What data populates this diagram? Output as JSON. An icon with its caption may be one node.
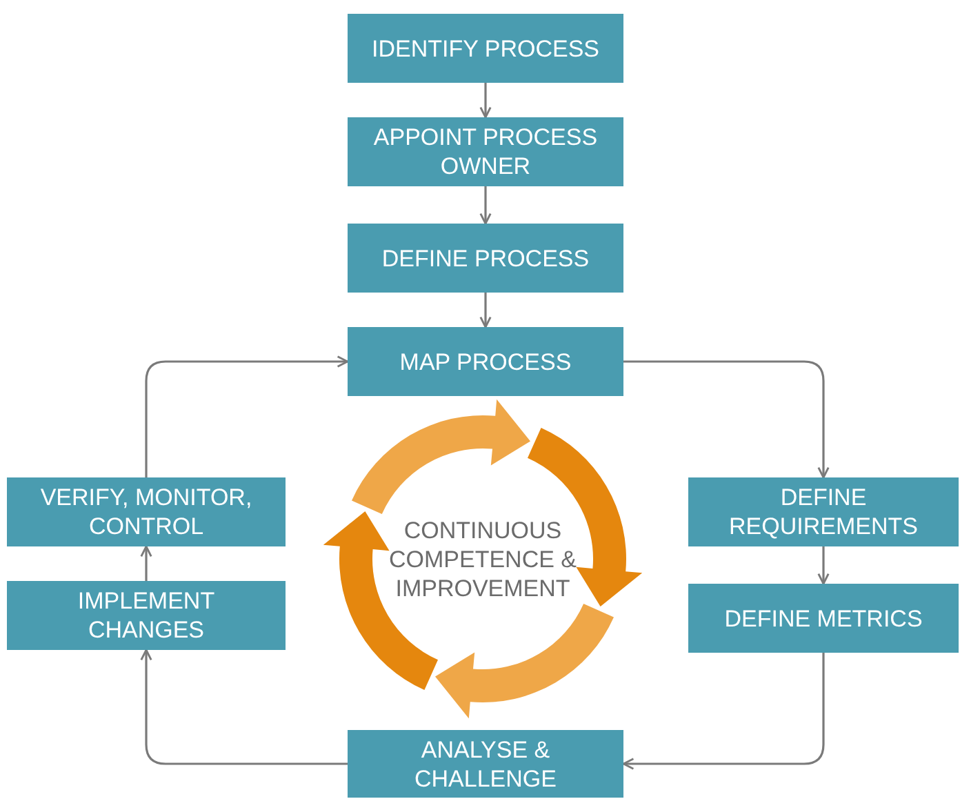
{
  "diagram": {
    "nodes": [
      {
        "text": [
          "IDENTIFY PROCESS"
        ]
      },
      {
        "text": [
          "APPOINT PROCESS OWNER"
        ]
      },
      {
        "text": [
          "DEFINE PROCESS"
        ]
      },
      {
        "text": [
          "MAP PROCESS"
        ]
      },
      {
        "text": [
          "VERIFY, MONITOR, CONTROL"
        ]
      },
      {
        "text": [
          "DEFINE REQUIREMENTS"
        ]
      },
      {
        "text": [
          "CONTINUOUS COMPETENCE & IMPROVEMENT"
        ]
      },
      {
        "text": [
          "IMPLEMENT CHANGES"
        ]
      },
      {
        "text": [
          "DEFINE METRICS"
        ]
      },
      {
        "text": [
          "ANALYSE & CHALLENGE"
        ]
      }
    ],
    "edges": [
      {
        "from": 0,
        "to": 1,
        "arrow": "to"
      },
      {
        "from": 1,
        "to": 2,
        "arrow": "to"
      },
      {
        "from": 2,
        "to": 3,
        "arrow": "to"
      },
      {
        "from": 3,
        "to": 5,
        "arrow": "to"
      },
      {
        "from": 5,
        "to": 8,
        "arrow": "to"
      },
      {
        "from": 8,
        "to": 9,
        "arrow": "to"
      },
      {
        "from": 9,
        "to": 7,
        "arrow": "to"
      },
      {
        "from": 7,
        "to": 4,
        "arrow": "to"
      },
      {
        "from": 4,
        "to": 3,
        "arrow": "to"
      }
    ]
  }
}
